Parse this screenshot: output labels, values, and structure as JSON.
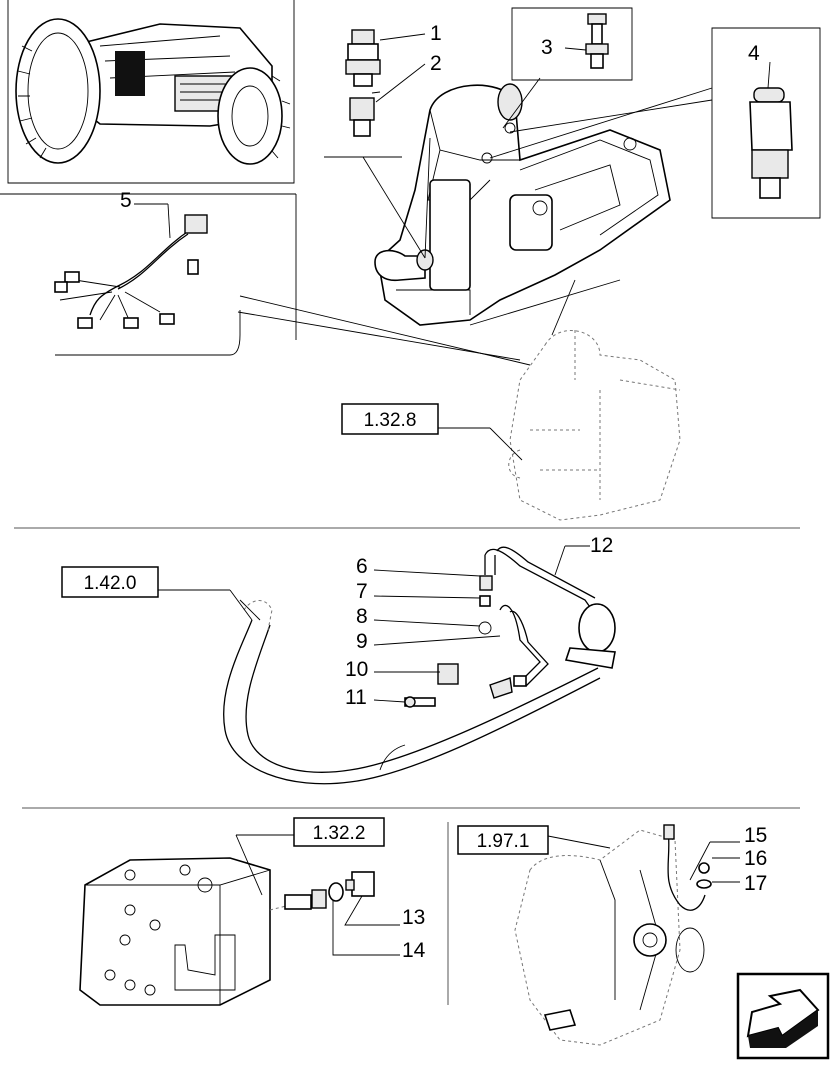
{
  "callouts": [
    "1",
    "2",
    "3",
    "4",
    "5",
    "6",
    "7",
    "8",
    "9",
    "10",
    "11",
    "12",
    "13",
    "14",
    "15",
    "16",
    "17"
  ],
  "references": [
    "1.32.8",
    "1.42.0",
    "1.32.2",
    "1.97.1"
  ],
  "nav_icon": "next-page-arrow-icon"
}
